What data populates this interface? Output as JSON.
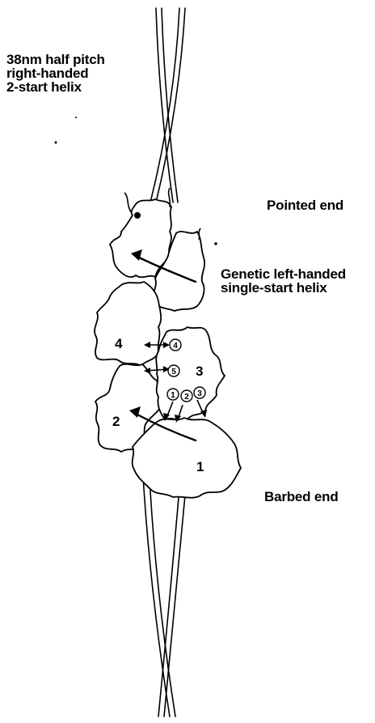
{
  "labels": {
    "helix_lines": [
      "38nm half pitch",
      "right-handed",
      "2-start helix"
    ],
    "pointed_end": "Pointed end",
    "genetic_lines": [
      "Genetic left-handed",
      "single-start helix"
    ],
    "barbed_end": "Barbed end"
  },
  "subunits": [
    "1",
    "2",
    "3",
    "4"
  ],
  "sites": [
    "1",
    "2",
    "3",
    "4",
    "5"
  ],
  "colors": {
    "ink": "#000000",
    "background": "#ffffff"
  }
}
